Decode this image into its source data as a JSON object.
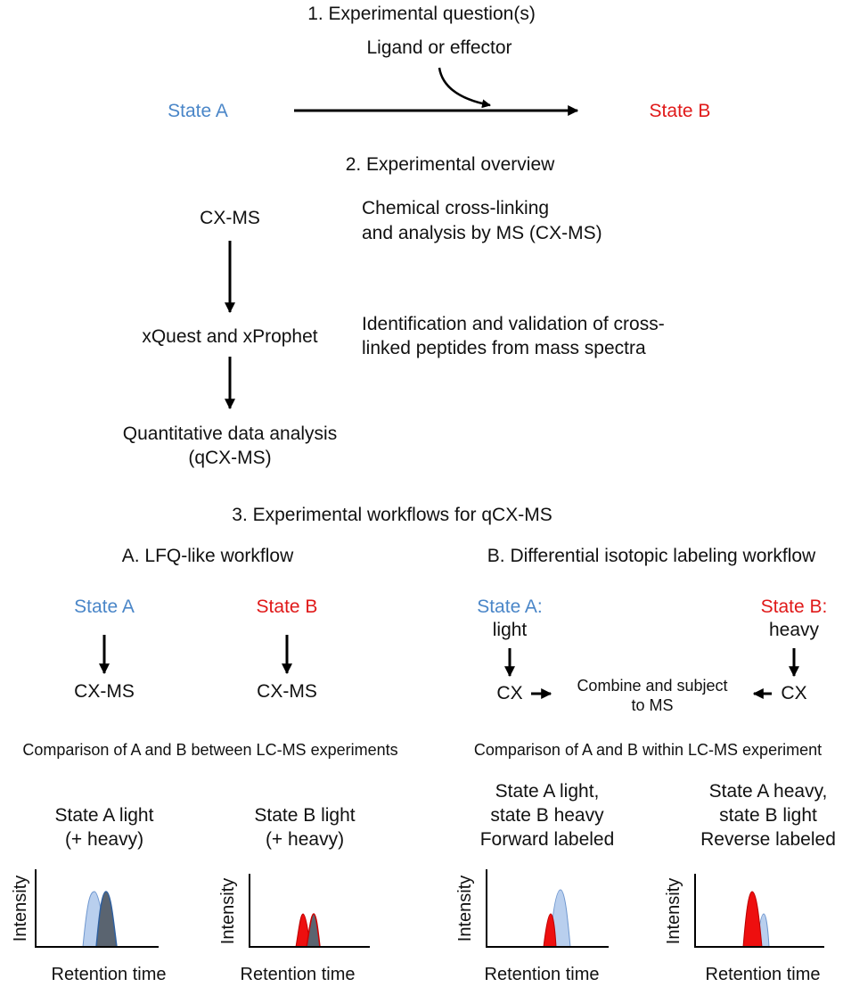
{
  "colors": {
    "state_a": "#4a86c8",
    "state_b": "#e01919",
    "peak_light_blue": "#b9cfee",
    "peak_blue_edge": "#6f97cf",
    "peak_dark": "#5a6470",
    "peak_red": "#ee0f0f",
    "arrow": "#000000"
  },
  "section1": {
    "title": "1. Experimental question(s)",
    "effector": "Ligand or effector",
    "state_a": "State A",
    "state_b": "State B"
  },
  "section2": {
    "title": "2. Experimental overview",
    "steps": [
      {
        "label": "CX-MS",
        "description": [
          "Chemical cross-linking",
          "and analysis by MS (CX-MS)"
        ]
      },
      {
        "label": "xQuest and xProphet",
        "description": [
          "Identification and validation of cross-",
          "linked peptides from mass spectra"
        ]
      },
      {
        "label": [
          "Quantitative data analysis",
          "(qCX-MS)"
        ],
        "description": []
      }
    ]
  },
  "section3": {
    "title": "3. Experimental workflows for qCX-MS",
    "lfq": {
      "title": "A. LFQ-like workflow",
      "state_a": "State A",
      "state_b": "State B",
      "cxms_a": "CX-MS",
      "cxms_b": "CX-MS",
      "comparison": "Comparison of A and B between LC-MS experiments"
    },
    "dil": {
      "title": "B. Differential isotopic labeling workflow",
      "state_a": "State A:",
      "state_a_sub": "light",
      "state_b": "State B:",
      "state_b_sub": "heavy",
      "cx_left": "CX",
      "cx_right": "CX",
      "combine": [
        "Combine and subject",
        "to MS"
      ],
      "comparison": "Comparison of A and B within LC-MS experiment"
    }
  },
  "plots": [
    {
      "title": [
        "State A light",
        "(+ heavy)"
      ],
      "ylabel": "Intensity",
      "xlabel": "Retention time"
    },
    {
      "title": [
        "State B light",
        "(+ heavy)"
      ],
      "ylabel": "Intensity",
      "xlabel": "Retention time"
    },
    {
      "title": [
        "State A light,",
        "state B heavy",
        "Forward labeled"
      ],
      "ylabel": "Intensity",
      "xlabel": "Retention time"
    },
    {
      "title": [
        "State A heavy,",
        "state B light",
        "Reverse labeled"
      ],
      "ylabel": "Intensity",
      "xlabel": "Retention time"
    }
  ]
}
